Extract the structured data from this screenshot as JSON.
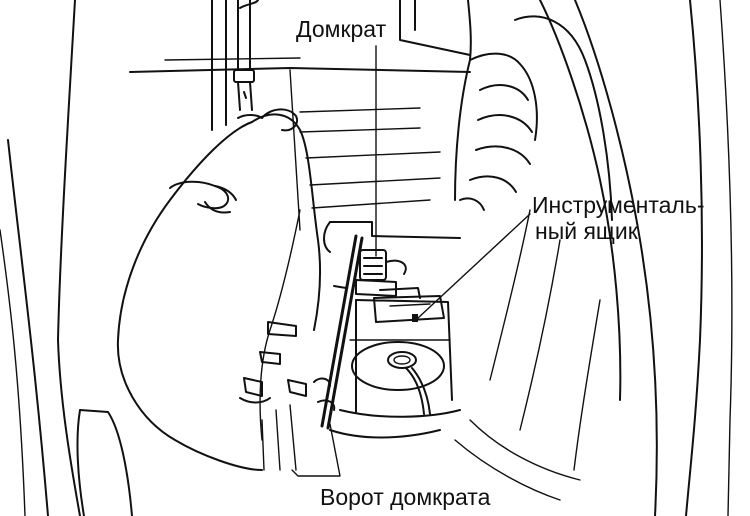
{
  "labels": {
    "jack": "Домкрат",
    "toolbox_line1": "Инструменталь-",
    "toolbox_line2": "ный ящик",
    "jack_handle": "Ворот домкрата"
  },
  "colors": {
    "ink": "#111111",
    "paper": "#ffffff"
  }
}
